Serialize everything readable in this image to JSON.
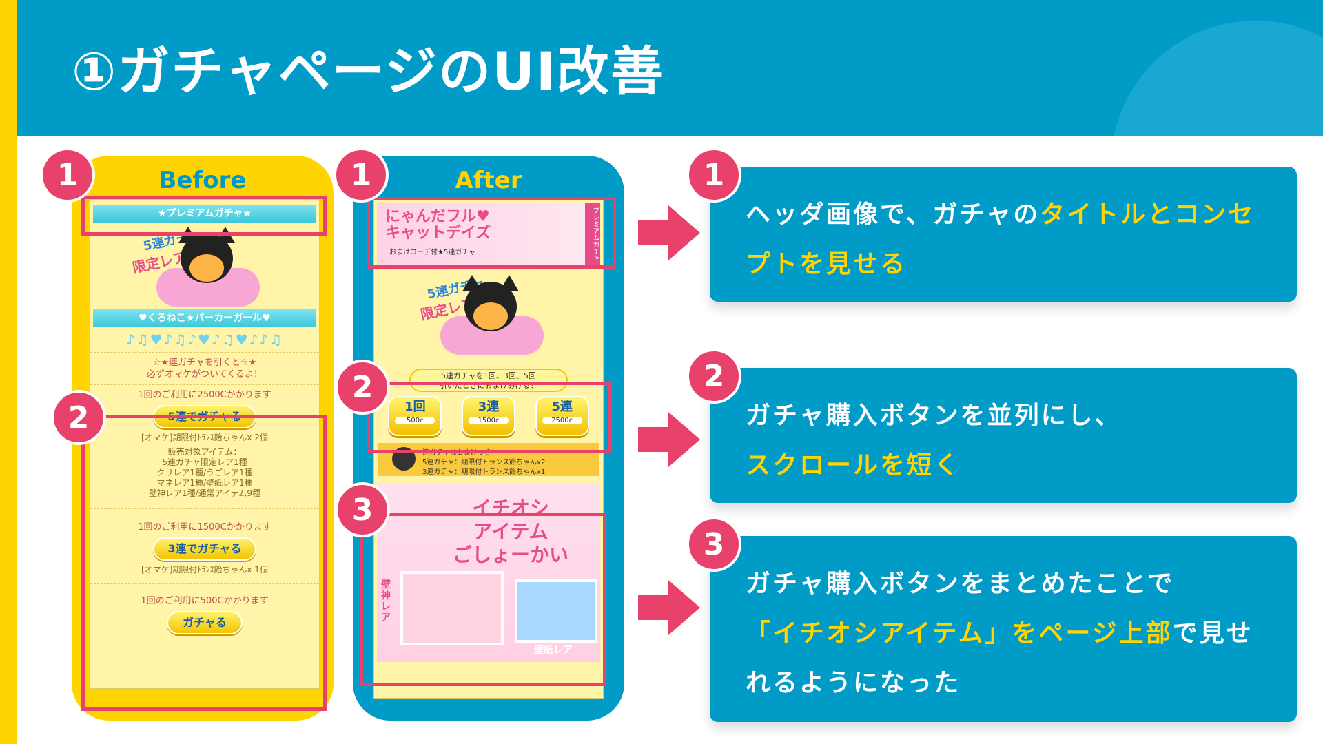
{
  "slide": {
    "title": "①ガチャページのUI改善",
    "colors": {
      "primary": "#009BC7",
      "accent": "#FFD400",
      "highlight": "#E8416B"
    }
  },
  "before": {
    "label": "Before",
    "banner": "★プレミアムガチャ★",
    "art_text_1": "5連ガチャ",
    "art_text_2": "限定レア!!",
    "subtitle_bar": "♥くろねこ★パーカーガール♥",
    "notes": "♪♫♥♪♫♪♥♪♫♥♪♪♫",
    "promo_line_1": "☆★連ガチャを引くと☆★",
    "promo_line_2": "必ずオマケがついてくるよ！",
    "cost_5": "1回のご利用に2500Cかかります",
    "btn_5": "5連でガチャる",
    "omake_5": "[オマケ]期限付ﾄﾗﾝｽ飴ちゃんx 2個",
    "items_title": "販売対象アイテム：",
    "items_1": "5連ガチャ限定レア1種",
    "items_2": "クリレア1種/うごレア1種",
    "items_3": "マネレア1種/壁紙レア1種",
    "items_4": "壁神レア1種/通常アイテム9種",
    "cost_3": "1回のご利用に1500Cかかります",
    "btn_3": "3連でガチャる",
    "omake_3": "[オマケ]期限付ﾄﾗﾝｽ飴ちゃんx 1個",
    "cost_1": "1回のご利用に500Cかかります",
    "btn_1": "ガチャる"
  },
  "after": {
    "label": "After",
    "header_title_1": "にゃんだフル♥",
    "header_title_2": "キャットデイズ",
    "header_sub": "おまけコーデ付★5連ガチャ",
    "header_tag": "プレミアムガチャ",
    "art_text_1": "5連ガチャ",
    "art_text_2": "限定レア!!",
    "info_1": "5連ガチャを1回、3回、5回",
    "info_2": "引いたときにおまけあげる！",
    "buttons": [
      {
        "label": "1回",
        "price": "500c"
      },
      {
        "label": "3連",
        "price": "1500c"
      },
      {
        "label": "5連",
        "price": "2500c"
      }
    ],
    "omake_icon": "期限付き",
    "omake_1": "連ガチャはおまけつき！",
    "omake_2": "5連ガチャ：期限付トランス飴ちゃんx2",
    "omake_3": "3連ガチャ：期限付トランス飴ちゃんx1",
    "promo_title_1": "イチオシ",
    "promo_title_2": "アイテム",
    "promo_title_3": "ごしょーかい",
    "promo_side": "壁神レア",
    "promo_tag": "壁紙レア"
  },
  "badges": {
    "one": "1",
    "two": "2",
    "three": "3"
  },
  "points": [
    {
      "number": "1",
      "line1_a": "ヘッダ画像で、ガチャの",
      "line1_b": "タイトルとコンセ",
      "line2_a": "プトを見せる"
    },
    {
      "number": "2",
      "line1_a": "ガチャ購入ボタンを並列にし、",
      "line2_a": "スクロールを短く"
    },
    {
      "number": "3",
      "line1_a": "ガチャ購入ボタンをまとめたことで",
      "line2_a": "「イチオシアイテム」をページ上部",
      "line2_b": "で見せ",
      "line3_a": "れるようになった"
    }
  ]
}
